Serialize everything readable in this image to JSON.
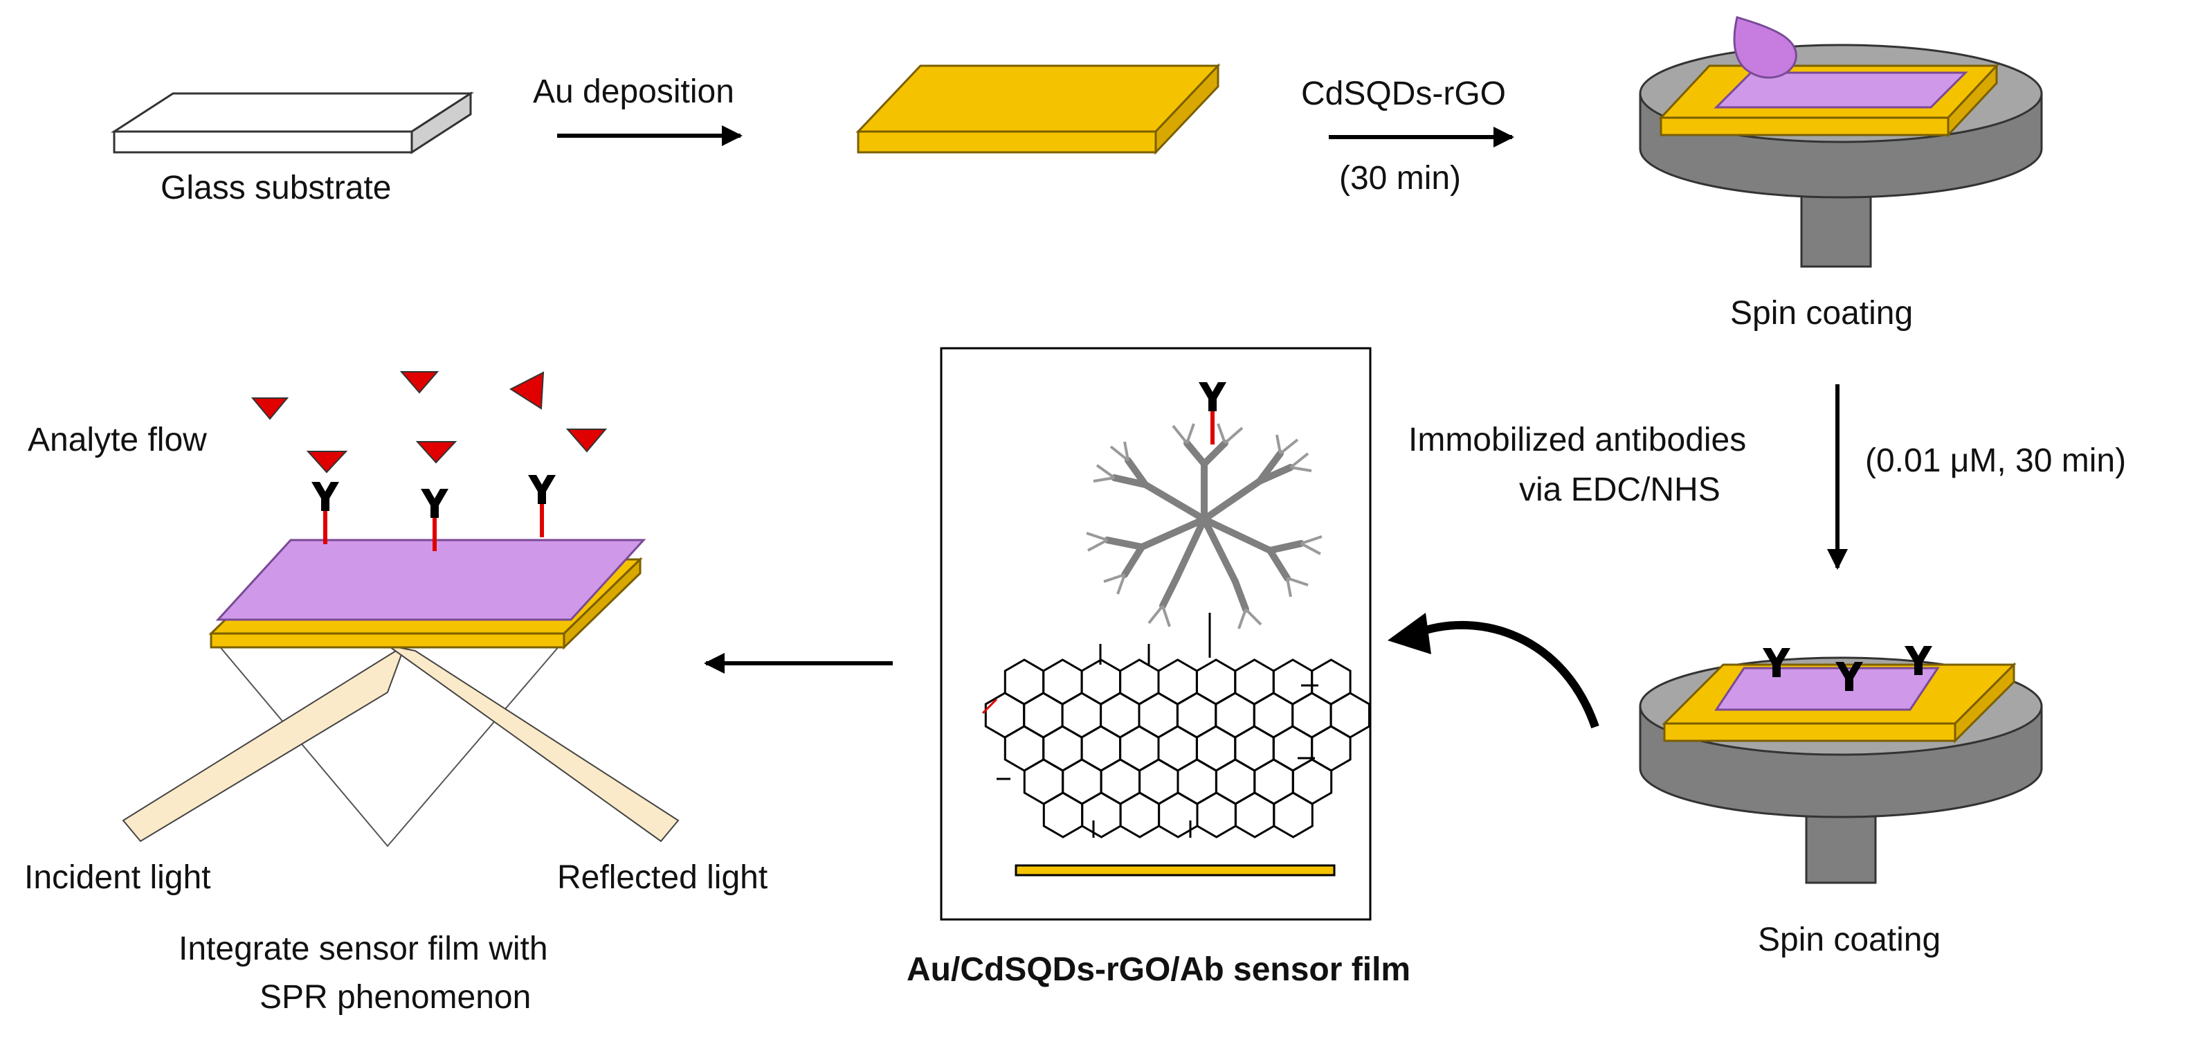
{
  "colors": {
    "gold": "#F5C200",
    "gold_dark": "#B88F00",
    "gold_side": "#D9A800",
    "purple": "#CF98E8",
    "purple_dark": "#9A62B8",
    "gray": "#7F7F7F",
    "gray_dark": "#4A4A4A",
    "gray_light": "#A6A6A6",
    "red": "#E00000",
    "beam": "#FBEAC9",
    "black": "#000000"
  },
  "labels": {
    "glass_substrate": "Glass substrate",
    "au_deposition": "Au deposition",
    "cdsqds_rgo": "CdSQDs-rGO",
    "thirty_min": "(30 min)",
    "spin_coating_top": "Spin coating",
    "immobilized_line1": "Immobilized antibodies",
    "immobilized_line2": "via EDC/NHS",
    "conditions": "(0.01 μM, 30 min)",
    "spin_coating_bottom": "Spin coating",
    "sensor_film": "Au/CdSQDs-rGO/Ab sensor film",
    "analyte_flow": "Analyte flow",
    "incident_light": "Incident light",
    "reflected_light": "Reflected light",
    "integrate_line1": "Integrate sensor film with",
    "integrate_line2": "SPR phenomenon"
  },
  "icons": {
    "antibody": "antibody-y-icon",
    "analyte": "analyte-triangle-icon",
    "droplet": "droplet-icon"
  }
}
